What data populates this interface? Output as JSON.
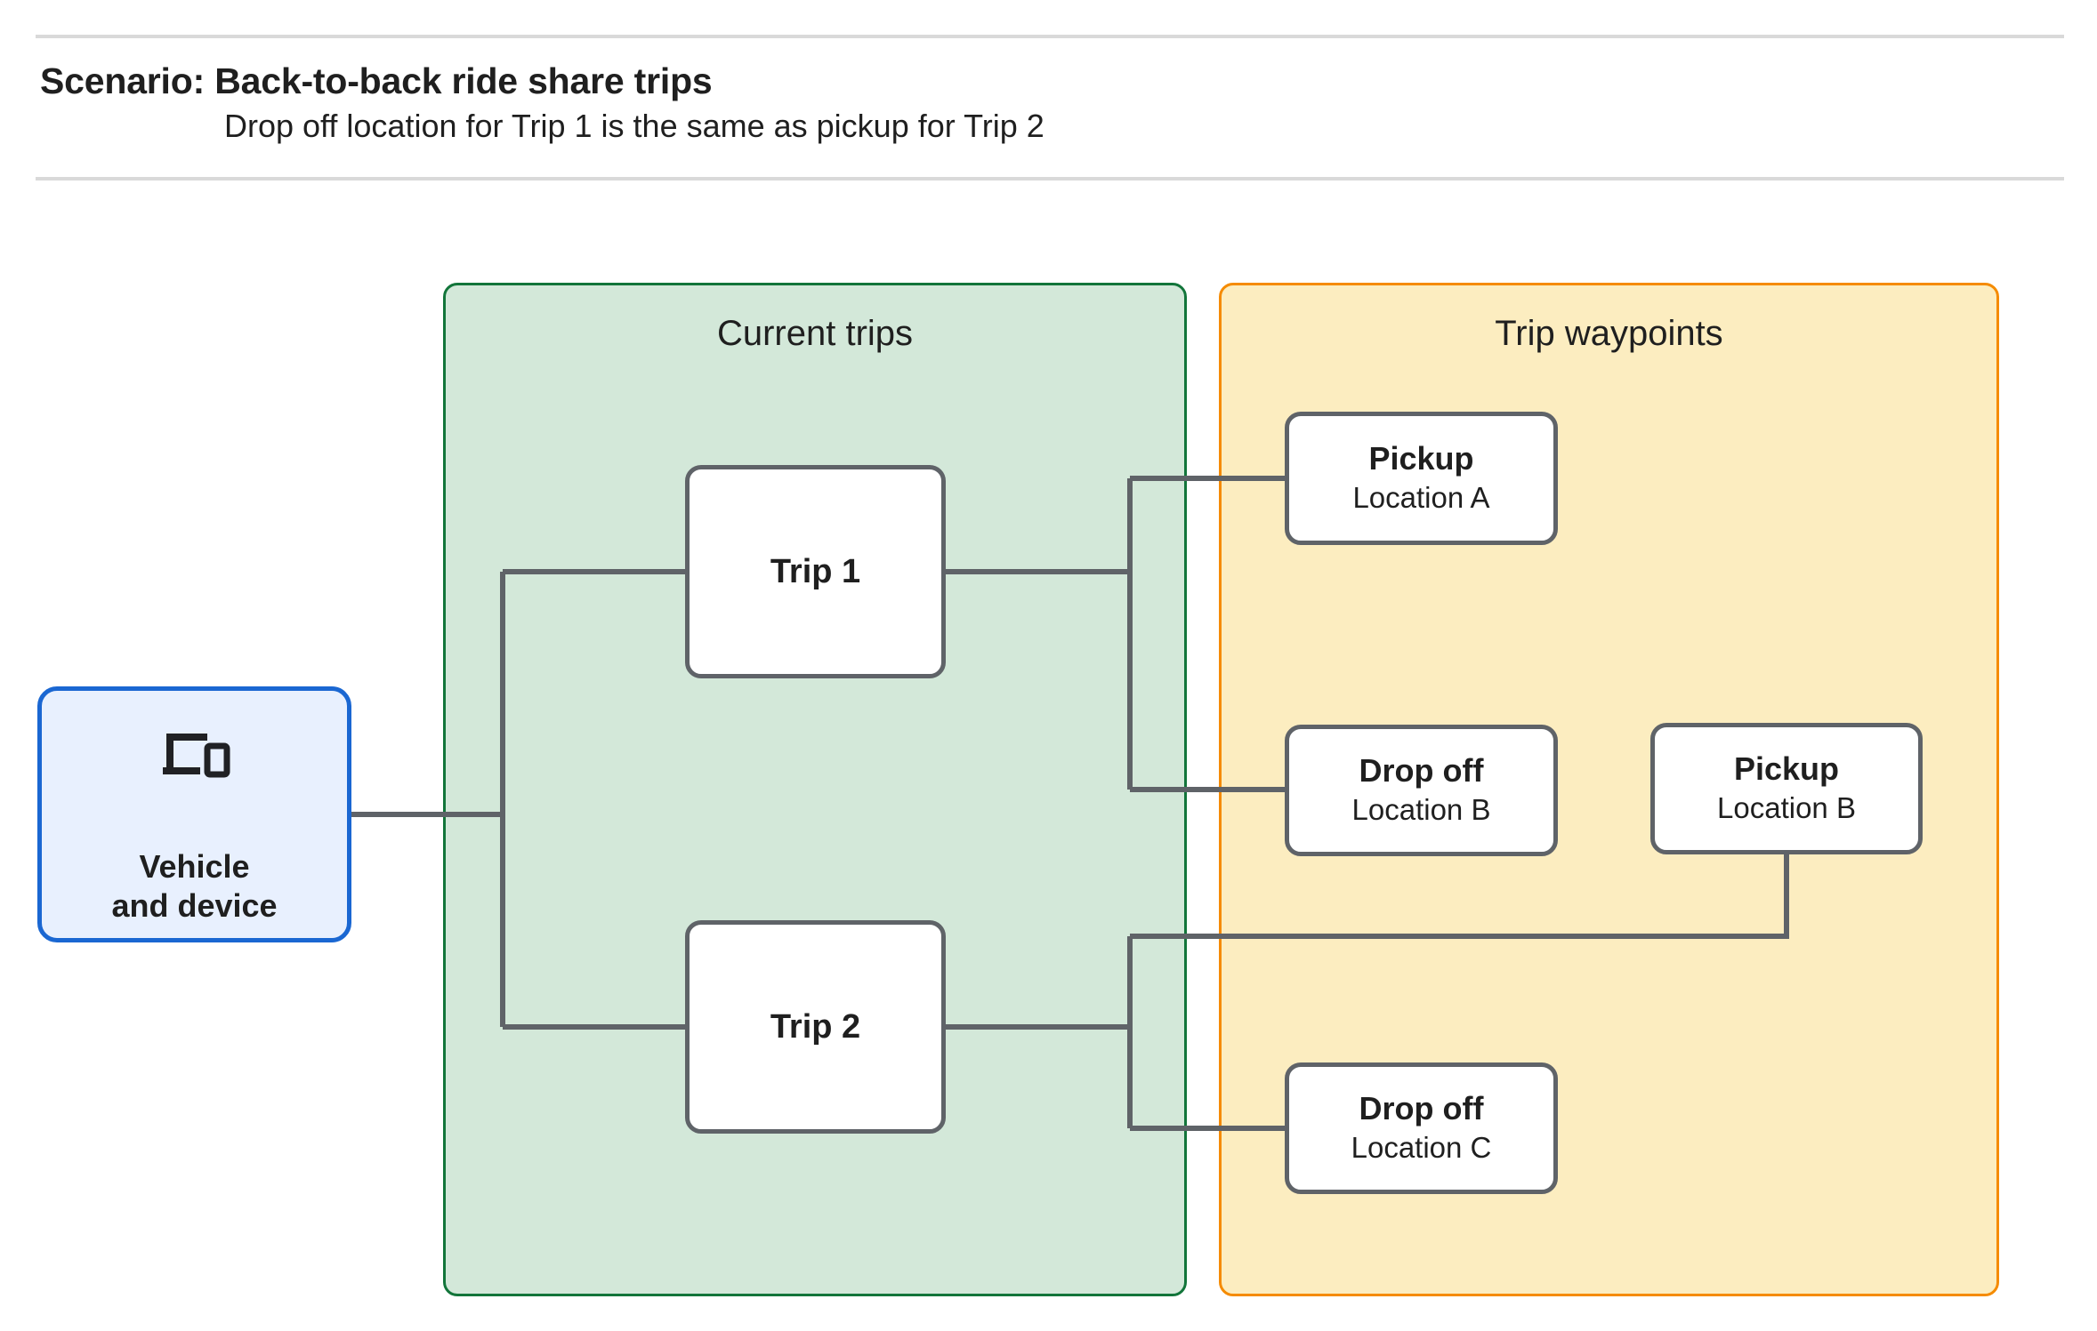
{
  "header": {
    "title": "Scenario: Back-to-back ride share trips",
    "subtitle": "Drop off  location for Trip 1 is the same as pickup for Trip 2"
  },
  "groups": {
    "current_trips": {
      "title": "Current trips",
      "fill": "#d3e8d9",
      "stroke": "#12753a"
    },
    "trip_waypoints": {
      "title": "Trip waypoints",
      "fill": "#fcedc0",
      "stroke": "#f58b00"
    }
  },
  "vehicle": {
    "icon": "devices-icon",
    "label": "Vehicle\nand device",
    "fill": "#e8f0fe",
    "stroke": "#1a67d2"
  },
  "trips": [
    {
      "label": "Trip 1"
    },
    {
      "label": "Trip 2"
    }
  ],
  "waypoints": [
    {
      "title": "Pickup",
      "location": "Location A"
    },
    {
      "title": "Drop off",
      "location": "Location B"
    },
    {
      "title": "Pickup",
      "location": "Location B"
    },
    {
      "title": "Drop off",
      "location": "Location C"
    }
  ],
  "colors": {
    "connector": "#5f6368",
    "node_border": "#5f6368",
    "node_fill": "#ffffff",
    "rule": "#d9d9d9",
    "text": "#1f1f1f"
  }
}
